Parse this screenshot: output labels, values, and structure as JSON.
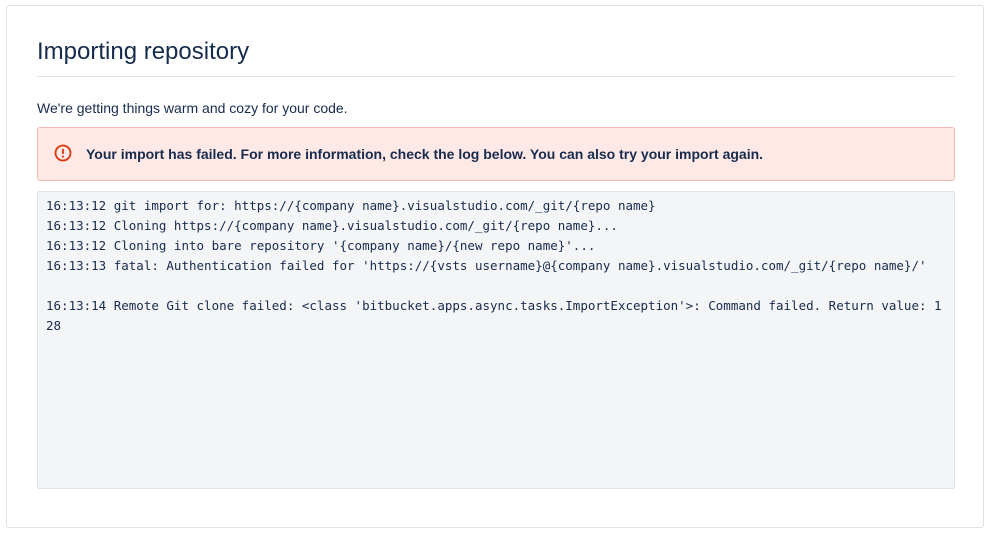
{
  "page": {
    "title": "Importing repository",
    "subtitle": "We're getting things warm and cozy for your code."
  },
  "alert": {
    "icon": "error-icon",
    "message": "Your import has failed. For more information, check the log below. You can also try your import again.",
    "color": "#de350b"
  },
  "log": {
    "lines": [
      "16:13:12 git import for: https://{company name}.visualstudio.com/_git/{repo name}",
      "16:13:12 Cloning https://{company name}.visualstudio.com/_git/{repo name}...",
      "16:13:12 Cloning into bare repository '{company name}/{new repo name}'...",
      "16:13:13 fatal: Authentication failed for 'https://{vsts username}@{company name}.visualstudio.com/_git/{repo name}/'",
      "",
      "16:13:14 Remote Git clone failed: <class 'bitbucket.apps.async.tasks.ImportException'>: Command failed. Return value: 128"
    ]
  }
}
